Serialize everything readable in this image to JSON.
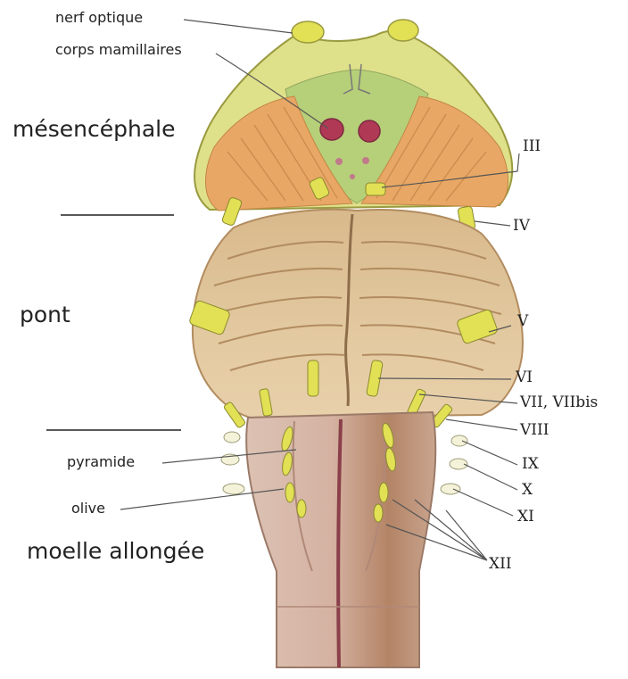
{
  "labels": {
    "nerf_optique": "nerf optique",
    "corps_mamillaires": "corps mamillaires",
    "mesencephale": "mésencéphale",
    "pont": "pont",
    "moelle_allongee": "moelle allongée",
    "pyramide": "pyramide",
    "olive": "olive"
  },
  "nerves": {
    "III": "III",
    "IV": "IV",
    "V": "V",
    "VI": "VI",
    "VII": "VII, VIIbis",
    "VIII": "VIII",
    "IX": "IX",
    "X": "X",
    "XI": "XI",
    "XII": "XII"
  },
  "colors": {
    "midbrain": "#dfe08a",
    "midbrain_outline": "#9a9a40",
    "mamillary_area": "#b6cf79",
    "mamillary_body": "#b03a55",
    "peduncle": "#e8a765",
    "pons": "#dcbf94",
    "pons_stripe": "#b28c60",
    "medulla": "#d9b7a5",
    "medulla_shadow": "#9b6b4e",
    "nerve_yellow": "#e2e054",
    "leader_line": "#555555"
  }
}
